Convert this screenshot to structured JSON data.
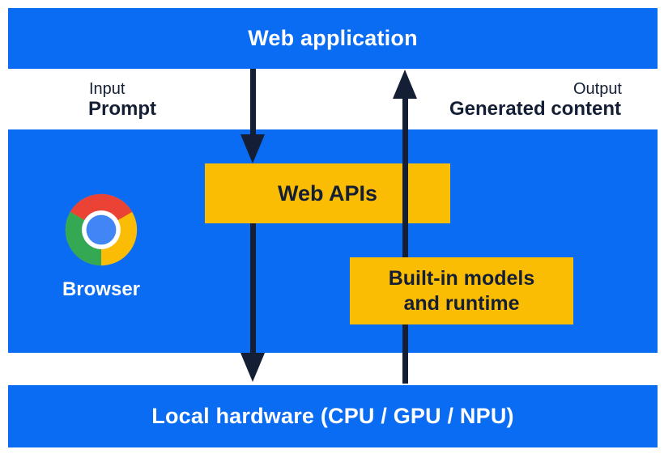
{
  "colors": {
    "blue": "#0a6cf2",
    "yellow": "#fbbc04",
    "navy": "#141f36",
    "white": "#ffffff",
    "chrome_red": "#ea4335",
    "chrome_green": "#34a853",
    "chrome_yellow": "#fbbc05",
    "chrome_blue": "#4285f4",
    "chrome_ring": "#ffffff"
  },
  "diagram": {
    "web_application": "Web application",
    "input_label": "Input",
    "input_value": "Prompt",
    "output_label": "Output",
    "output_value": "Generated content",
    "browser_label": "Browser",
    "web_apis": "Web APIs",
    "builtin_models_line1": "Built-in models",
    "builtin_models_line2": "and runtime",
    "local_hardware": "Local hardware (CPU / GPU / NPU)",
    "icons": {
      "browser_logo": "chrome-logo",
      "down_arrows": "arrow-down-icon",
      "up_arrow": "arrow-up-icon"
    }
  }
}
